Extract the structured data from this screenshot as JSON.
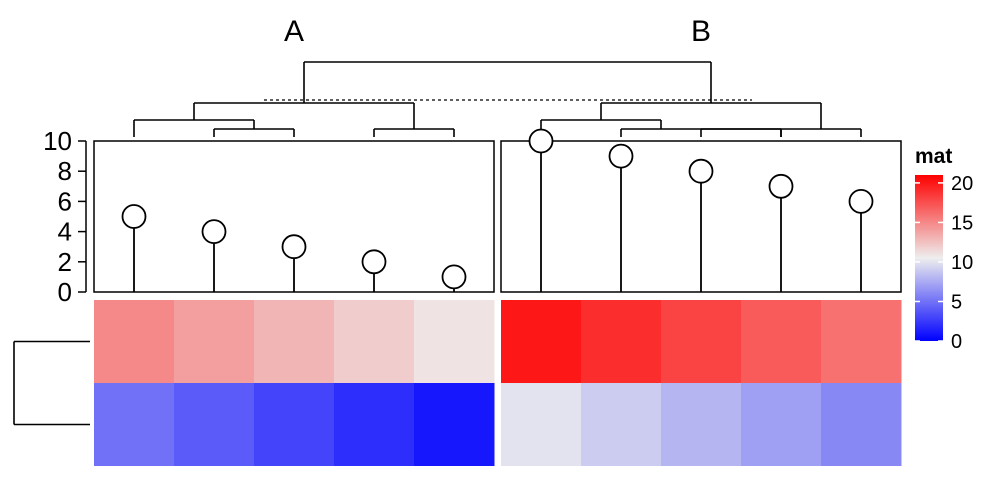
{
  "chart_data": {
    "type": "heatmap",
    "title": "",
    "column_splits": [
      "A",
      "B"
    ],
    "columns_per_split": 5,
    "heatmap_rows": [
      {
        "values": [
          15,
          14,
          13,
          12,
          11,
          20,
          19,
          18,
          17,
          16
        ]
      },
      {
        "values": [
          5,
          4,
          3,
          2,
          1,
          10,
          9,
          8,
          7,
          6
        ]
      }
    ],
    "top_annotation": {
      "type": "lollipop",
      "values": [
        5,
        4,
        3,
        2,
        1,
        10,
        9,
        8,
        7,
        6
      ],
      "ylim": [
        0,
        10
      ],
      "ticks": [
        0,
        2,
        4,
        6,
        8,
        10
      ]
    },
    "row_dendrogram": true,
    "column_dendrogram": true,
    "legend": {
      "title": "mat",
      "ticks": [
        0,
        5,
        10,
        15,
        20
      ],
      "range": [
        0,
        21
      ],
      "colors": {
        "low": "#0000FF",
        "mid": "#EEEEEE",
        "high": "#FF0000"
      },
      "placement": "right"
    }
  }
}
